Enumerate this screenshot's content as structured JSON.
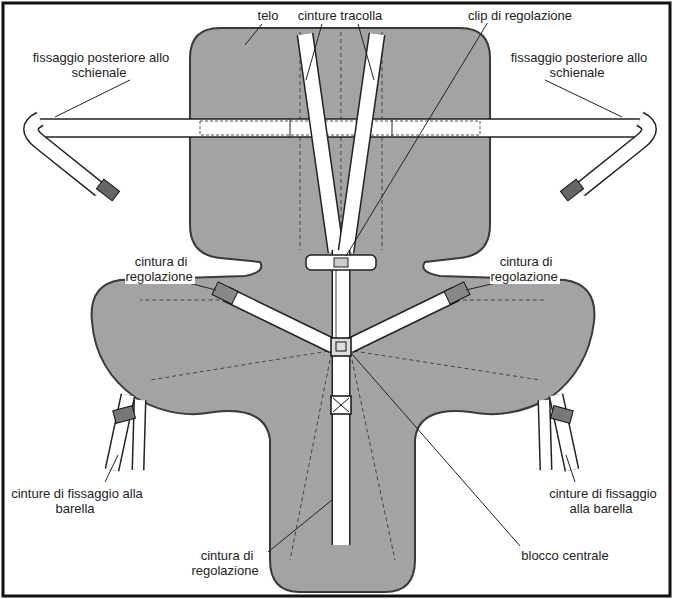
{
  "diagram": {
    "labels": [
      "telo",
      "cinture tracolla",
      "clip di regolazione",
      "fissaggio posteriore allo schienale",
      "fissaggio posteriore allo schienale",
      "cintura di regolazione",
      "cintura di regolazione",
      "cinture di fissaggio alla barella",
      "cinture di fissaggio alla barella",
      "cintura di regolazione",
      "blocco centrale"
    ]
  }
}
